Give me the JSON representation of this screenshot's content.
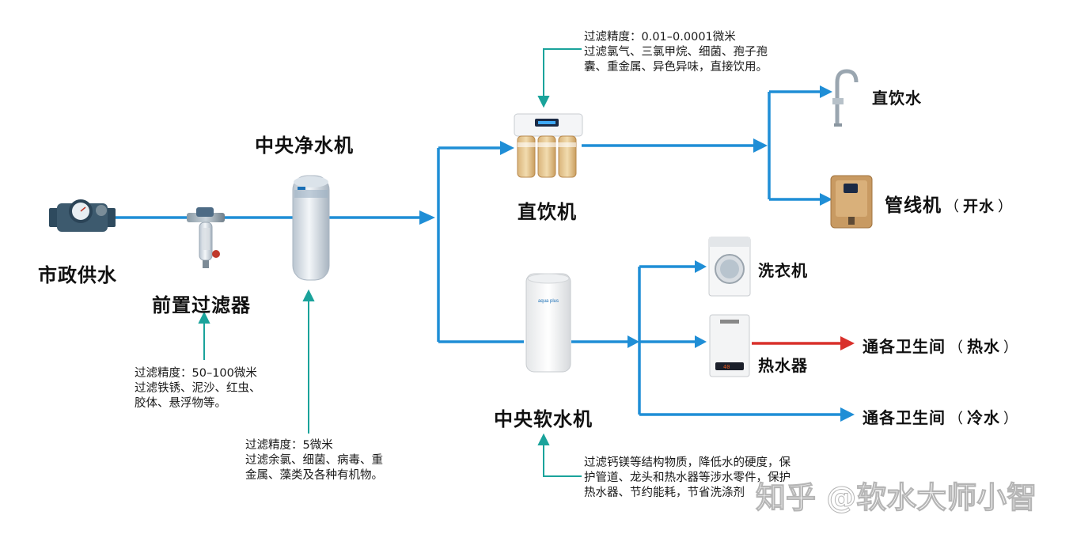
{
  "labels": {
    "municipal": "市政供水",
    "prefilter": "前置过滤器",
    "central_purifier": "中央净水机",
    "direct_drink": "直饮机",
    "central_softener": "中央软水机",
    "faucet": "直饮水",
    "pipeline_main": "管线机",
    "pipeline_paren_open": "（",
    "pipeline_sub": "开水",
    "pipeline_paren_close": "）",
    "washer": "洗衣机",
    "heater": "热水器",
    "bath_hot_main": "通各卫生间",
    "bath_hot_sub": "热水",
    "bath_cold_main": "通各卫生间",
    "bath_cold_sub": "冷水",
    "paren_open": "（",
    "paren_close": "）"
  },
  "notes": {
    "prefilter": [
      "过滤精度：50–100微米",
      "过滤铁锈、泥沙、红虫、",
      "胶体、悬浮物等。"
    ],
    "purifier": [
      "过滤精度：5微米",
      "过滤余氯、细菌、病毒、重",
      "金属、藻类及各种有机物。"
    ],
    "direct": [
      "过滤精度：0.01–0.0001微米",
      "过滤氯气、三氯甲烷、细菌、孢子孢",
      "囊、重金属、异色异味，直接饮用。"
    ],
    "softener": [
      "过滤钙镁等结构物质，降低水的硬度，保",
      "护管道、龙头和热水器等涉水零件，保护",
      "热水器、节约能耗，节省洗涤剂"
    ]
  },
  "device_text": {
    "softener_brand": "aqua plus",
    "heater_display": "40"
  },
  "watermark": "知乎 @软水大师小智",
  "colors": {
    "pipe_blue": "#1f8ed6",
    "hot_red": "#d9302b",
    "note_arrow_teal": "#1aa39b"
  }
}
